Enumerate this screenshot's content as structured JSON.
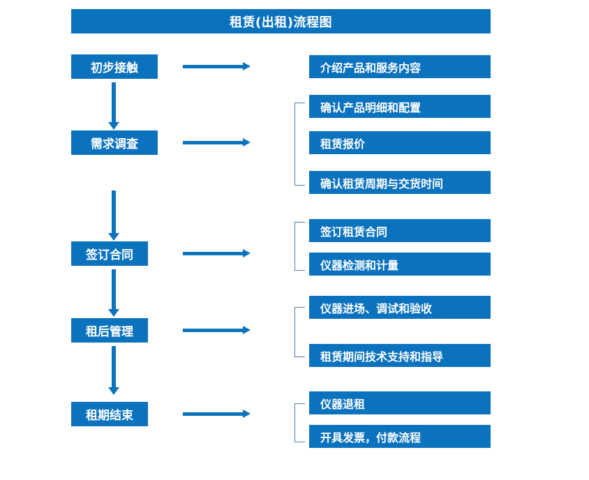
{
  "diagram": {
    "title": "租赁(出租)流程图",
    "colors": {
      "box_fill": "#0B72BE",
      "box_text": "#FFFFFF",
      "arrow": "#0B72BE",
      "bracket": "#4A81B4",
      "background": "#FFFFFF"
    },
    "stages": [
      {
        "id": "stage-1",
        "label": "初步接触",
        "details": [
          {
            "id": "detail-1-1",
            "label": "介绍产品和服务内容"
          }
        ]
      },
      {
        "id": "stage-2",
        "label": "需求调查",
        "details": [
          {
            "id": "detail-2-1",
            "label": "确认产品明细和配置"
          },
          {
            "id": "detail-2-2",
            "label": "租赁报价"
          },
          {
            "id": "detail-2-3",
            "label": "确认租赁周期与交货时间"
          }
        ]
      },
      {
        "id": "stage-3",
        "label": "签订合同",
        "details": [
          {
            "id": "detail-3-1",
            "label": "签订租赁合同"
          },
          {
            "id": "detail-3-2",
            "label": "仪器检测和计量"
          }
        ]
      },
      {
        "id": "stage-4",
        "label": "租后管理",
        "details": [
          {
            "id": "detail-4-1",
            "label": "仪器进场、调试和验收"
          },
          {
            "id": "detail-4-2",
            "label": "租赁期间技术支持和指导"
          }
        ]
      },
      {
        "id": "stage-5",
        "label": "租期结束",
        "details": [
          {
            "id": "detail-5-1",
            "label": "仪器退租"
          },
          {
            "id": "detail-5-2",
            "label": "开具发票，付款流程"
          }
        ]
      }
    ]
  }
}
